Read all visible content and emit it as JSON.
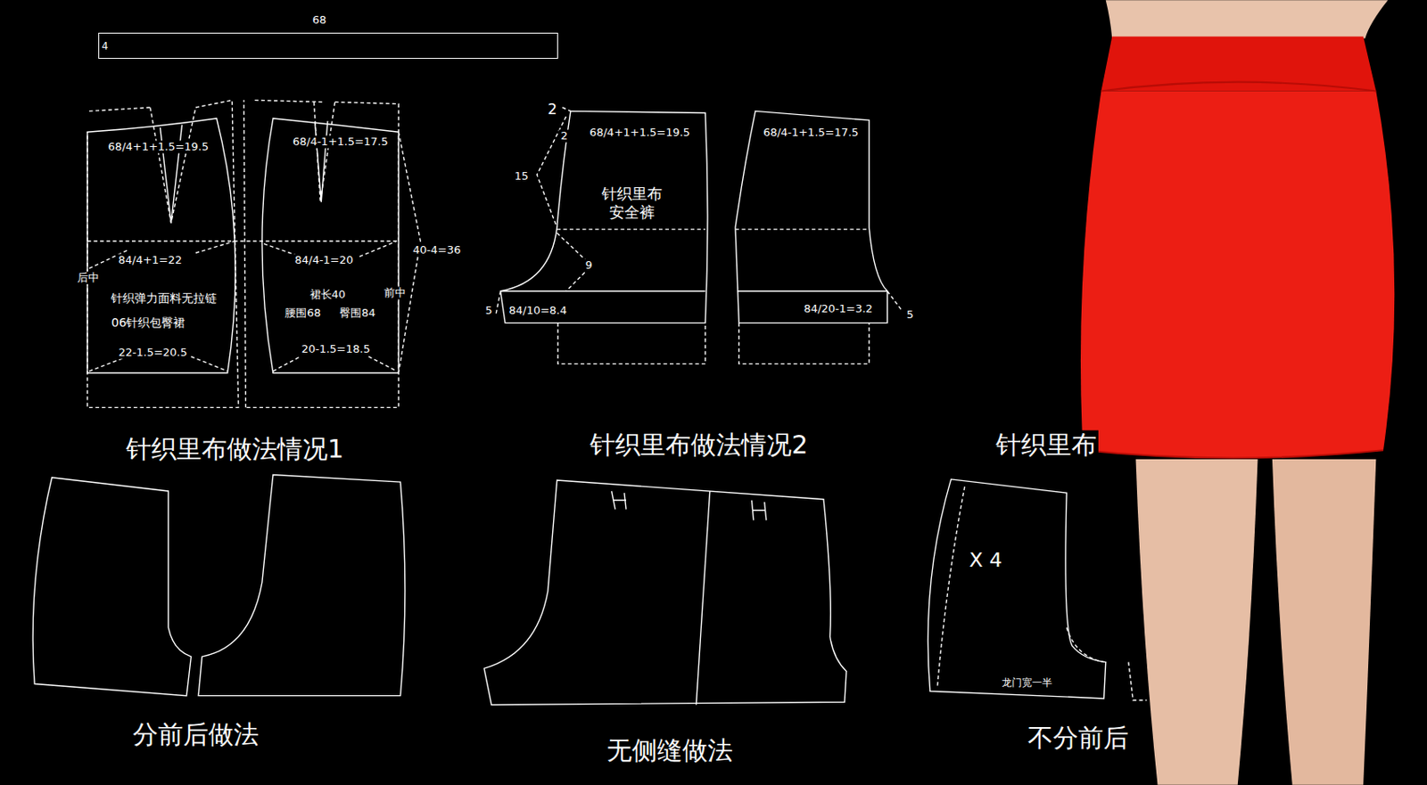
{
  "diagram": {
    "nodes": [
      {
        "text": [
          "4"
        ]
      }
    ],
    "labels": [
      "68",
      "68/4+1+1.5=19.5",
      "68/4-1+1.5=17.5",
      "84/4+1=22",
      "84/4-1=20",
      "40-4=36",
      "后中",
      "针织弹力面料无拉链",
      "06针织包臀裙",
      "裙长40",
      "前中",
      "腰围68",
      "臀围84",
      "22-1.5=20.5",
      "20-1.5=18.5",
      "针织里布做法情况1",
      "2",
      "2",
      "68/4+1+1.5=19.5",
      "68/4-1+1.5=17.5",
      "15",
      "针织里布 安全裤",
      "9",
      "5",
      "84/10=8.4",
      "84/20-1=3.2",
      "5",
      "针织里布做法情况2",
      "针织里布",
      "分前后做法",
      "无侧缝做法",
      "X 4",
      "龙门宽一半",
      "不分前后"
    ]
  }
}
